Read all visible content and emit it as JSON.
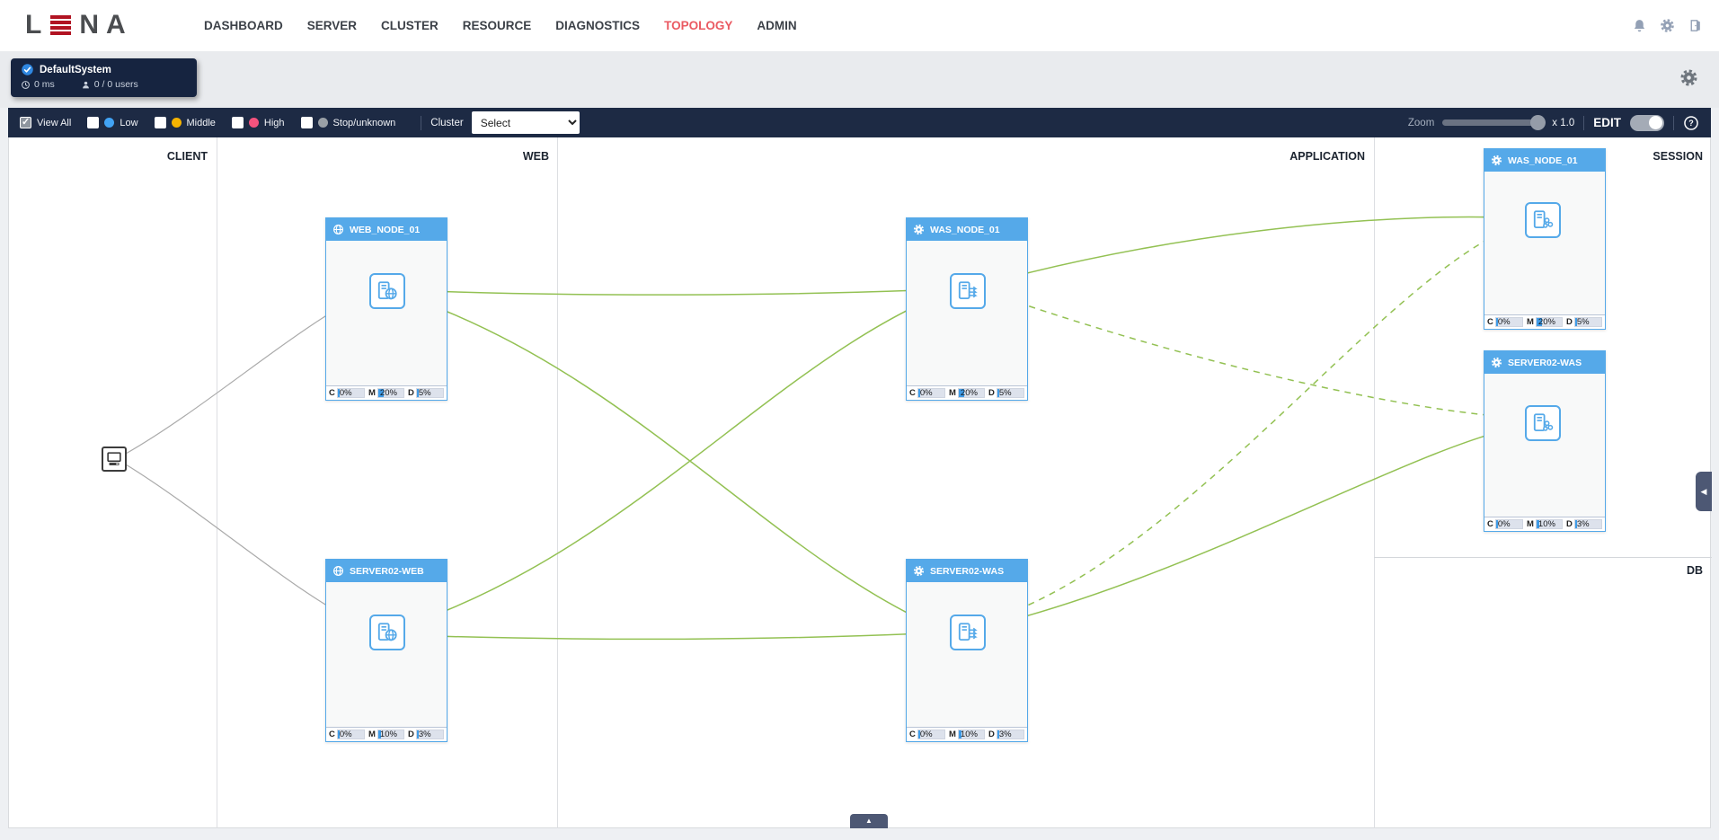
{
  "brand": {
    "letter_l": "L",
    "letter_n": "N",
    "letter_a": "A"
  },
  "nav": {
    "items": [
      {
        "label": "DASHBOARD",
        "active": false
      },
      {
        "label": "SERVER",
        "active": false
      },
      {
        "label": "CLUSTER",
        "active": false
      },
      {
        "label": "RESOURCE",
        "active": false
      },
      {
        "label": "DIAGNOSTICS",
        "active": false
      },
      {
        "label": "TOPOLOGY",
        "active": true
      },
      {
        "label": "ADMIN",
        "active": false
      }
    ],
    "right_icons": [
      "bell-icon",
      "gear-icon",
      "logout-icon"
    ]
  },
  "system_badge": {
    "name": "DefaultSystem",
    "latency": "0 ms",
    "users": "0 / 0 users"
  },
  "toolbar": {
    "filters": [
      {
        "label": "View All",
        "checked": true
      },
      {
        "label": "Low",
        "checked": false,
        "color": "#41a3f5"
      },
      {
        "label": "Middle",
        "checked": false,
        "color": "#f5b301"
      },
      {
        "label": "High",
        "checked": false,
        "color": "#f4537e"
      },
      {
        "label": "Stop/unknown",
        "checked": false,
        "color": "#9aa0a6"
      }
    ],
    "cluster_label": "Cluster",
    "cluster_select": "Select",
    "zoom_label": "Zoom",
    "zoom_value": "x 1.0",
    "edit_label": "EDIT"
  },
  "canvas": {
    "columns": [
      "CLIENT",
      "WEB",
      "APPLICATION",
      "SESSION",
      "DB"
    ]
  },
  "stat_labels": {
    "c": "C",
    "m": "M",
    "d": "D"
  },
  "nodes": [
    {
      "title": "WEB_NODE_01",
      "tier": "web",
      "stats": {
        "c": "0%",
        "m": "20%",
        "d": "5%"
      }
    },
    {
      "title": "SERVER02-WEB",
      "tier": "web",
      "stats": {
        "c": "0%",
        "m": "10%",
        "d": "3%"
      }
    },
    {
      "title": "WAS_NODE_01",
      "tier": "was",
      "stats": {
        "c": "0%",
        "m": "20%",
        "d": "5%"
      }
    },
    {
      "title": "SERVER02-WAS",
      "tier": "was",
      "stats": {
        "c": "0%",
        "m": "10%",
        "d": "3%"
      }
    },
    {
      "title": "WAS_NODE_01",
      "tier": "session",
      "stats": {
        "c": "0%",
        "m": "20%",
        "d": "5%"
      }
    },
    {
      "title": "SERVER02-WAS",
      "tier": "session",
      "stats": {
        "c": "0%",
        "m": "10%",
        "d": "3%"
      }
    }
  ],
  "icons": {
    "help_glyph": "?",
    "collapse_up_glyph": "▲",
    "panel_left_glyph": "◀"
  },
  "colors": {
    "accent_blue": "#55a9e9",
    "link_green": "#93c153",
    "nav_active_red": "#ea5a62",
    "toolbar_bg": "#1d2a44",
    "badge_bg": "#162440",
    "logo_red": "#b11322"
  }
}
